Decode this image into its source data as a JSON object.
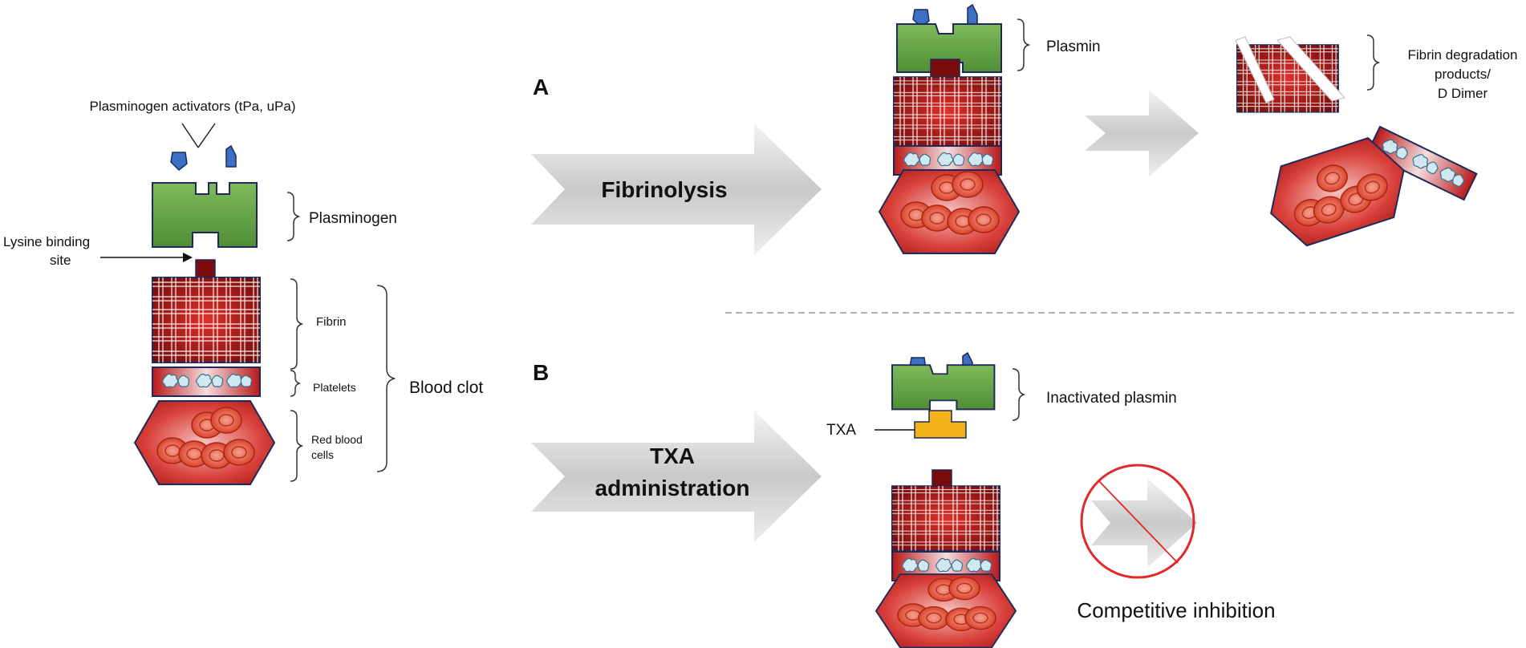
{
  "labels": {
    "plasminogen_activators": "Plasminogen activators (tPa, uPa)",
    "plasminogen": "Plasminogen",
    "lysine_binding_site_line1": "Lysine binding",
    "lysine_binding_site_line2": "site",
    "fibrin": "Fibrin",
    "platelets": "Platelets",
    "red_blood_cells_line1": "Red blood",
    "red_blood_cells_line2": "cells",
    "blood_clot": "Blood clot",
    "panel_a": "A",
    "panel_b": "B",
    "fibrinolysis": "Fibrinolysis",
    "txa_line1": "TXA",
    "txa_line2": "administration",
    "plasmin": "Plasmin",
    "fdp_line1": "Fibrin degradation",
    "fdp_line2": "products/",
    "fdp_line3": "D Dimer",
    "inactivated_plasmin": "Inactivated plasmin",
    "txa": "TXA",
    "competitive_inhibition": "Competitive inhibition"
  },
  "colors": {
    "plasminogen_green": "#6aa84f",
    "activator_blue": "#3d6fc4",
    "fibrin_red": "#8b0f0f",
    "rbc_red": "#d9413a",
    "txa_yellow": "#f1b21a",
    "inhibition_red": "#e0292b",
    "arrow_gray": "#d4d4d4"
  }
}
